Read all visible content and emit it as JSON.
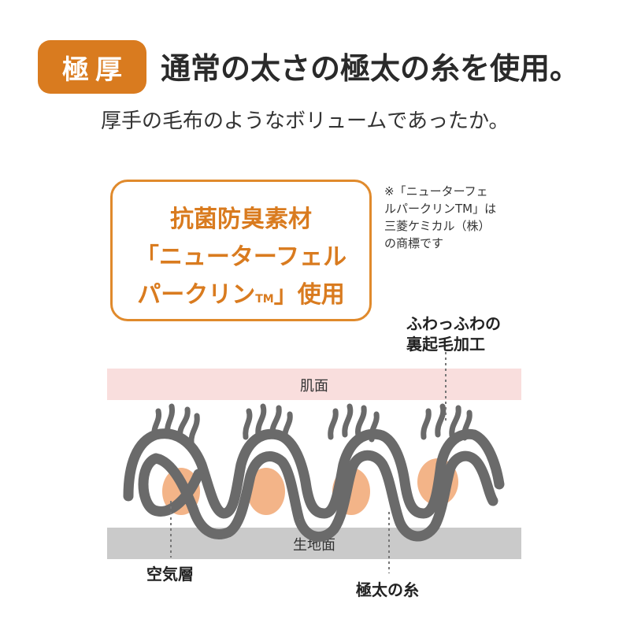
{
  "badge": {
    "label": "極厚"
  },
  "headline": "通常の太さの極太の糸を使用。",
  "subline": "厚手の毛布のようなボリュームであったか。",
  "material": {
    "line1": "抗菌防臭素材",
    "line2": "「ニューターフェル",
    "line3_main": "パークリン",
    "line3_tm": "TM",
    "line3_end": "」使用"
  },
  "note": {
    "line1": "※「ニューターフェ",
    "line2": "ルパークリンTM」は",
    "line3": "三菱ケミカル（株）",
    "line4": "の商標です"
  },
  "diagram": {
    "skin_label": "肌面",
    "fabric_label": "生地面",
    "fluff_label_1": "ふわっふわの",
    "fluff_label_2": "裏起毛加工",
    "air_label": "空気層",
    "yarn_label": "極太の糸"
  },
  "colors": {
    "accent": "#d97b1f",
    "skin": "#f9dedd",
    "fabric": "#cacaca",
    "yarn": "#6a6a6a",
    "air": "#f3b488"
  }
}
